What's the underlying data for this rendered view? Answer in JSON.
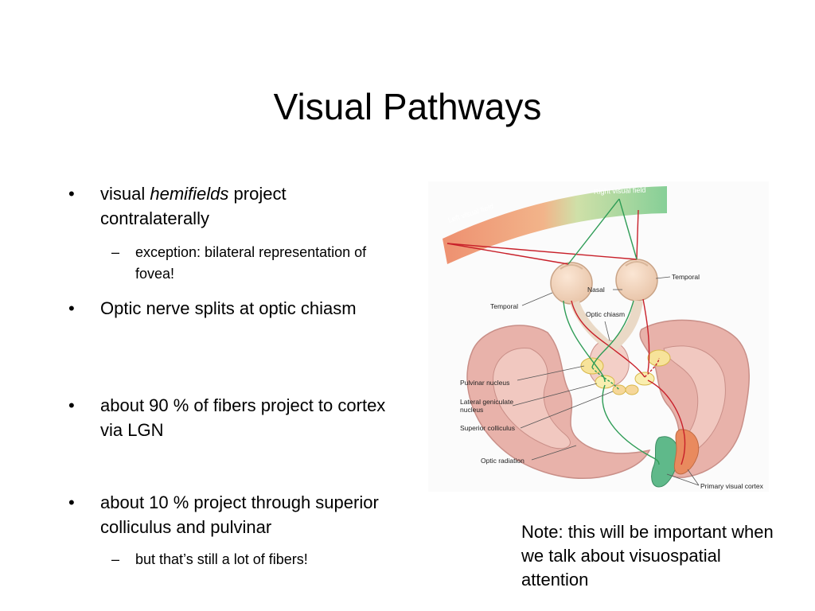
{
  "slide": {
    "title": "Visual Pathways",
    "bullets": {
      "b1_pre": "visual ",
      "b1_em": "hemifields",
      "b1_post": " project contralaterally",
      "b1_sub": "exception: bilateral representation of fovea!",
      "b2": "Optic nerve splits at optic chiasm",
      "b3": "about 90 % of fibers project to cortex via LGN",
      "b4": "about 10 % project through superior colliculus and pulvinar",
      "b4_sub": "but that’s still a lot of fibers!"
    },
    "bullet_mark": "•",
    "sub_mark": "–",
    "note": "Note: this will be important when we talk about visuospatial attention"
  },
  "figure": {
    "labels": {
      "left_field": "Left visual field",
      "right_field": "Right visual field",
      "temporal_right": "Temporal",
      "nasal": "Nasal",
      "temporal_left": "Temporal",
      "optic_chiasm": "Optic chiasm",
      "pulvinar": "Pulvinar nucleus",
      "lgn": "Lateral geniculate nucleus",
      "superior_colliculus": "Superior colliculus",
      "optic_radiation": "Optic radiation",
      "primary_visual_cortex": "Primary visual cortex"
    },
    "colors": {
      "left_field": "#ee9070",
      "right_field": "#86cf97",
      "red_path": "#c8202a",
      "green_path": "#2e9c56",
      "brain": "#e8b2aa",
      "brain_edge": "#c98f88"
    }
  }
}
